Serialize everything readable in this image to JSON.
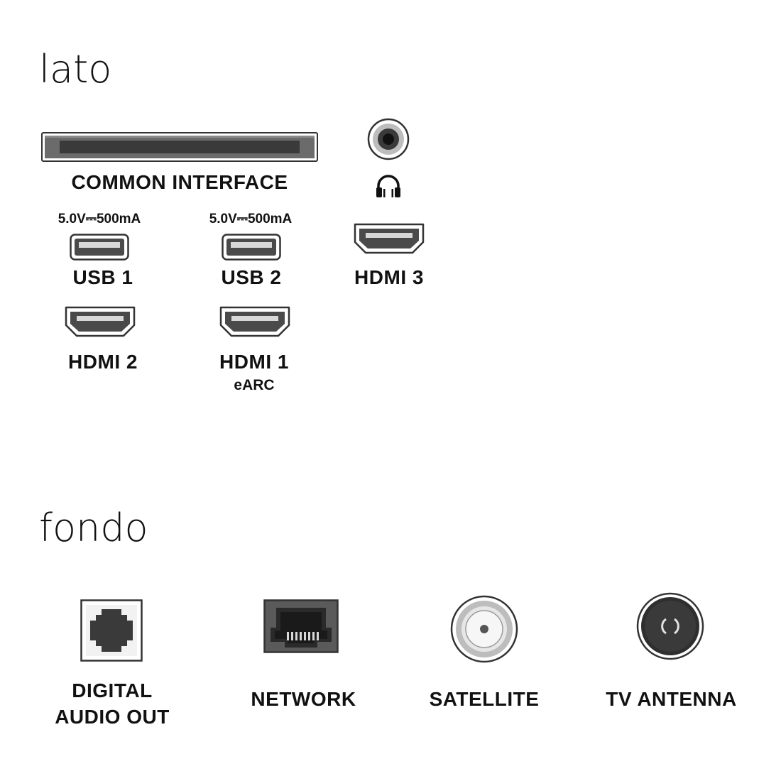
{
  "sections": {
    "side": {
      "title": "lato"
    },
    "bottom": {
      "title": "fondo"
    }
  },
  "ports": {
    "common_interface": {
      "label": "COMMON INTERFACE",
      "icon": "ci-slot-icon"
    },
    "headphone": {
      "icon": "headphone-icon"
    },
    "usb1": {
      "label": "USB 1",
      "rating": "5.0V⎓500mA",
      "icon": "usb-port-icon"
    },
    "usb2": {
      "label": "USB 2",
      "rating": "5.0V⎓500mA",
      "icon": "usb-port-icon"
    },
    "hdmi3": {
      "label": "HDMI 3",
      "icon": "hdmi-port-icon"
    },
    "hdmi2": {
      "label": "HDMI 2",
      "icon": "hdmi-port-icon"
    },
    "hdmi1": {
      "label": "HDMI 1",
      "sublabel": "eARC",
      "icon": "hdmi-port-icon"
    },
    "digital_audio_out": {
      "label_line1": "DIGITAL",
      "label_line2": "AUDIO OUT",
      "icon": "optical-port-icon"
    },
    "network": {
      "label": "NETWORK",
      "icon": "ethernet-port-icon"
    },
    "satellite": {
      "label": "SATELLITE",
      "icon": "satellite-port-icon"
    },
    "tv_antenna": {
      "label": "TV ANTENNA",
      "icon": "antenna-port-icon"
    }
  },
  "colors": {
    "port_dark": "#3a3a3a",
    "port_mid": "#6b6b6b",
    "port_light": "#d8d8d8",
    "text": "#111111"
  }
}
